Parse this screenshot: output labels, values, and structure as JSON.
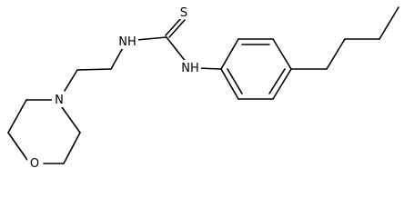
{
  "atoms": {
    "sulfur": "S",
    "nh_left": "NH",
    "nh_right": "NH",
    "morpholine_n": "N",
    "morpholine_o": "O"
  },
  "colors": {
    "bond": "#000000",
    "label": "#000000",
    "background": "#ffffff"
  }
}
